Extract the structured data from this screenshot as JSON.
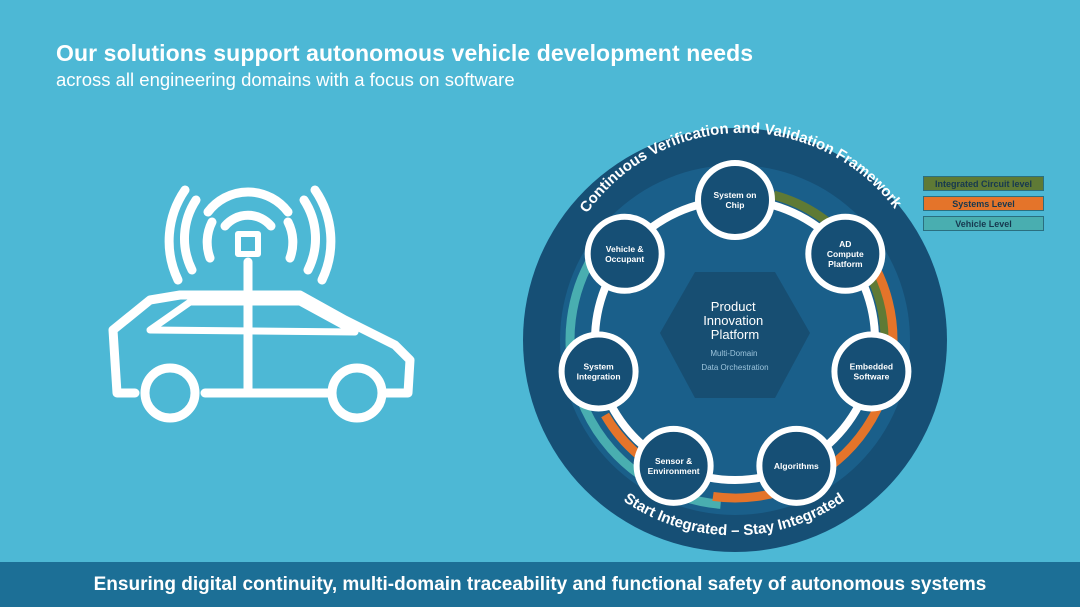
{
  "header": {
    "title": "Our solutions support autonomous vehicle development needs",
    "subtitle": "across all engineering domains with a focus on software"
  },
  "diagram": {
    "outer_top_text": "Continuous Verification and Validation Framework",
    "outer_bottom_text": "Start Integrated – Stay Integrated",
    "center": {
      "title_lines": [
        "Product",
        "Innovation",
        "Platform"
      ],
      "sub_lines": [
        "Multi-Domain",
        "Data Orchestration"
      ]
    },
    "nodes": [
      {
        "lines": [
          "System on",
          "Chip"
        ]
      },
      {
        "lines": [
          "AD",
          "Compute",
          "Platform"
        ]
      },
      {
        "lines": [
          "Embedded",
          "Software"
        ]
      },
      {
        "lines": [
          "Algorithms"
        ]
      },
      {
        "lines": [
          "Sensor &",
          "Environment"
        ]
      },
      {
        "lines": [
          "System",
          "Integration"
        ]
      },
      {
        "lines": [
          "Vehicle &",
          "Occupant"
        ]
      }
    ]
  },
  "legend": [
    {
      "label": "Integrated Circuit  level",
      "color": "#5f7a35"
    },
    {
      "label": "Systems Level",
      "color": "#e4742a"
    },
    {
      "label": "Vehicle Level",
      "color": "#49aeb0"
    }
  ],
  "footer": {
    "text": "Ensuring digital continuity, multi-domain traceability and functional safety of autonomous systems"
  },
  "colors": {
    "background": "#4db8d5",
    "footer": "#1c6f96",
    "disc_outer": "#164f75",
    "disc_inner": "#1a5f8a"
  }
}
